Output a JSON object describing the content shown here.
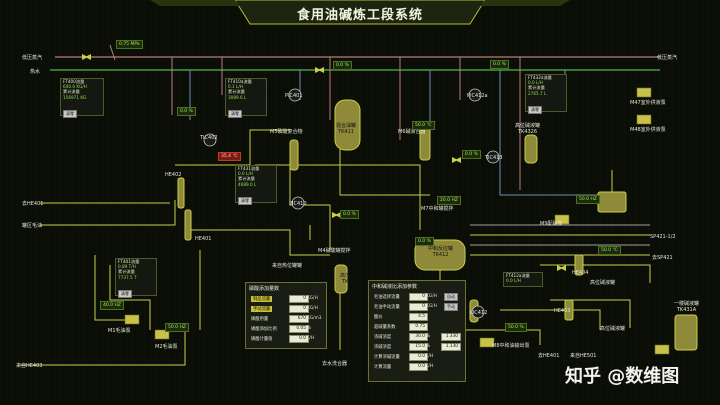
{
  "title": "食用油碱炼工段系统",
  "lines": {
    "low_steam_in": "低压蒸汽",
    "hot_water": "热水",
    "low_steam_out": "低压蒸汽",
    "to_he401": "去HE401",
    "tank_oil": "罐区毛油",
    "from_he403": "来自HE403",
    "to_sp421_12": "SP421-1/2",
    "to_sp421": "去SP421",
    "from_tk": "来自热位罐罐",
    "to_he401b": "去HE401",
    "from_he501": "来自HE501",
    "low_tank_1": "高位碱液罐",
    "low_tank_2": "高位碱液罐",
    "to_soap": "去水洗合器"
  },
  "equipment": {
    "tk411": "混合油罐\nTK411",
    "m5": "M5磷酸复合物",
    "m6": "M6碱液合器",
    "tk4326": "高位碱液罐\nTK4326",
    "m4": "M4碱酸罐搅拌",
    "tk436": "高位碱液\nTK436",
    "tk412": "中和反应罐\nTK412",
    "m7": "M7中和罐搅拌",
    "m9": "M9配碱泵",
    "m47": "M47室外供液泵",
    "m48": "M48室外供液泵",
    "he402": "HE402",
    "he401": "HE401",
    "he403": "HE403",
    "he404": "HE404",
    "m1": "M1毛油泵",
    "m2": "M2毛油泵",
    "m8": "M8中和油输出泵",
    "tk431a": "一楼碱液罐\nTK431A",
    "tic402": "TIC402",
    "pic401": "PIC401",
    "pic410": "PIC410",
    "pic412a": "PIC412a",
    "tic413": "TIC413",
    "lic412": "LIC412"
  },
  "readouts": {
    "steam_pressure": "0.75  MPa",
    "v1": "0.0  %",
    "v2": "0.0  %",
    "v3": "0.0  %",
    "v4": "0.0  %",
    "v5": "0.0  %",
    "temp1": "35.4  ℃",
    "temp2": "50.0  ℃",
    "temp3": "50.0  ℃",
    "hz1": "50.0  HZ",
    "hz2": "20.0  HZ",
    "hz3": "40.0  HZ",
    "hz4": "50.0  HZ",
    "pct1": "0.0  %",
    "pct2": "50.0  %"
  },
  "flow_boxes": [
    {
      "name": "FT400流量",
      "v1": "640.6  KG/H",
      "l2": "累计流量",
      "v2": "156971  KG",
      "btn": "清零"
    },
    {
      "name": "FT410a流量",
      "v1": "0.1  L/H",
      "l2": "累计流量",
      "v2": "3089.6  L",
      "btn": "清零"
    },
    {
      "name": "FT431流量",
      "v1": "0.0  L/H",
      "l2": "累计流量",
      "v2": "4689.0  L",
      "btn": "清零"
    },
    {
      "name": "FT432a流量",
      "v1": "0.0  L/H",
      "l2": "累计流量",
      "v2": "2765.7  L",
      "btn": "清零"
    },
    {
      "name": "FT401流量",
      "v1": "0.89  T/H",
      "l2": "累计流量",
      "v2": "7737.5  T",
      "btn": "清零"
    },
    {
      "name": "FT412a流量",
      "v1": "0.0  L/H",
      "l2": "",
      "v2": "",
      "btn": ""
    }
  ],
  "panel_acid": {
    "title": "磷酸添加量数",
    "rows": [
      {
        "k": "制品流量",
        "v": "0",
        "u": "KG/H",
        "hl": true
      },
      {
        "k": "手动流量",
        "v": "0",
        "u": "KG/H",
        "hl": true
      },
      {
        "k": "磷酸用量",
        "v": "670",
        "u": "KG/m3",
        "hl": false
      },
      {
        "k": "磷酸添加比例",
        "v": "0.05",
        "u": "%",
        "hl": false
      },
      {
        "k": "磷酸计量值",
        "v": "0.0",
        "u": "L/H",
        "hl": false
      }
    ]
  },
  "panel_alkali": {
    "title": "中和碱液比添加参数",
    "rows": [
      {
        "k": "毛油选择流量",
        "v": "0",
        "u": "KG/H",
        "b": "自动"
      },
      {
        "k": "毛油手动流量",
        "v": "0",
        "u": "KG/H",
        "b": "手动"
      },
      {
        "k": "酸价",
        "v": "4.5",
        "u": "",
        "b": ""
      },
      {
        "k": "超碱量系数",
        "v": "0.75",
        "u": "",
        "b": ""
      },
      {
        "k": "浓碱浓度",
        "v": "30.0",
        "u": "%",
        "b": "1.330"
      },
      {
        "k": "浓碱浓度",
        "v": "15.0",
        "u": "%",
        "b": "1.130"
      },
      {
        "k": "计算浓碱流量",
        "v": "0.0",
        "u": "L/H",
        "b": ""
      },
      {
        "k": "计算流量",
        "v": "0.0",
        "u": "L/H",
        "b": ""
      }
    ]
  },
  "watermark": "知乎 @数维图"
}
